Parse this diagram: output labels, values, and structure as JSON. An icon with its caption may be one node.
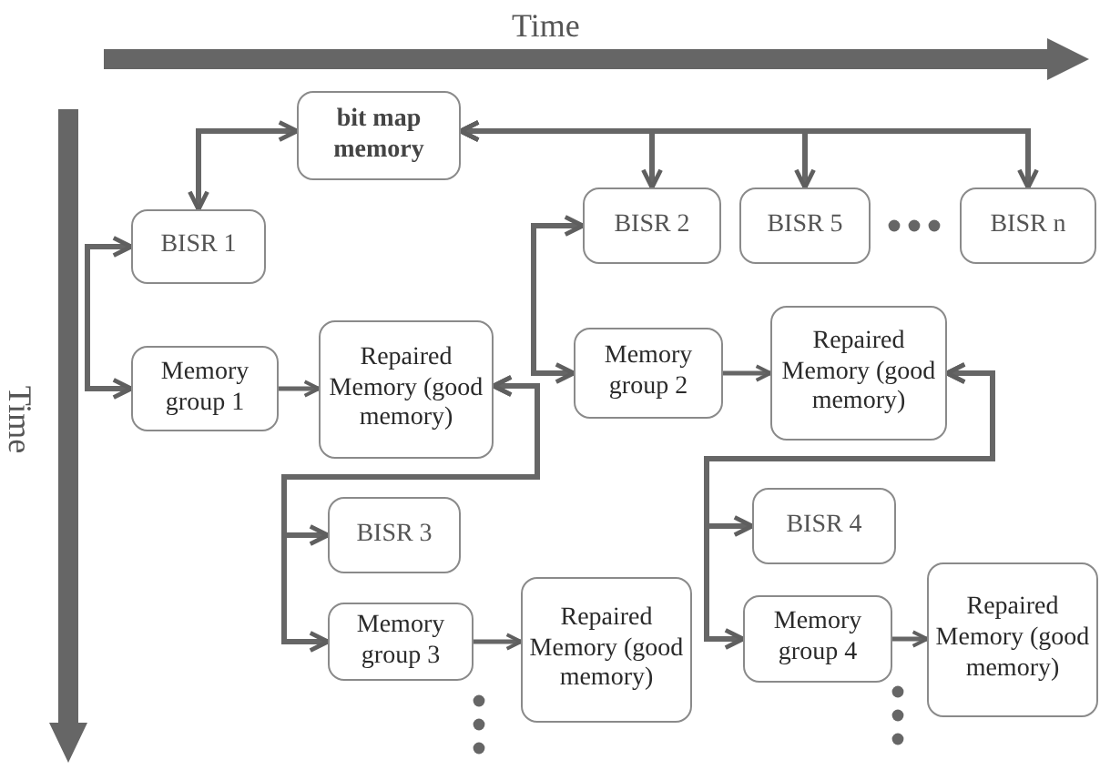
{
  "diagram": {
    "nodes": [
      {
        "text": [
          "bit map memory"
        ]
      },
      {
        "text": [
          "BISR 1"
        ]
      },
      {
        "text": [
          "BISR 2"
        ]
      },
      {
        "text": [
          "BISR 5"
        ]
      },
      {
        "text": [
          "BISR n"
        ]
      },
      {
        "text": [
          "Memory group 1"
        ]
      },
      {
        "text": [
          "Repaired Memory (good memory)"
        ]
      },
      {
        "text": [
          "Memory group 2"
        ]
      },
      {
        "text": [
          "Repaired Memory (good memory)"
        ]
      },
      {
        "text": [
          "BISR 3"
        ]
      },
      {
        "text": [
          "Memory group 3"
        ]
      },
      {
        "text": [
          "Repaired Memory (good memory)"
        ]
      },
      {
        "text": [
          "BISR 4"
        ]
      },
      {
        "text": [
          "Memory group 4"
        ]
      },
      {
        "text": [
          "Repaired Memory (good memory)"
        ]
      }
    ],
    "edges": [
      {
        "from": 0,
        "to": 1,
        "arrow": "both"
      },
      {
        "from": 0,
        "to": 2,
        "arrow": "both"
      },
      {
        "from": 0,
        "to": 3,
        "arrow": "both"
      },
      {
        "from": 0,
        "to": 4,
        "arrow": "both"
      },
      {
        "from": 1,
        "to": 5,
        "arrow": "both"
      },
      {
        "from": 2,
        "to": 7,
        "arrow": "both"
      },
      {
        "from": 5,
        "to": 6,
        "arrow": "to"
      },
      {
        "from": 7,
        "to": 8,
        "arrow": "to"
      },
      {
        "from": 9,
        "to": 6,
        "arrow": "both"
      },
      {
        "from": 10,
        "to": 6,
        "arrow": "both"
      },
      {
        "from": 10,
        "to": 11,
        "arrow": "to"
      },
      {
        "from": 12,
        "to": 8,
        "arrow": "both"
      },
      {
        "from": 13,
        "to": 8,
        "arrow": "both"
      },
      {
        "from": 13,
        "to": 14,
        "arrow": "to"
      }
    ],
    "labels": [
      "Time",
      "Time"
    ]
  }
}
